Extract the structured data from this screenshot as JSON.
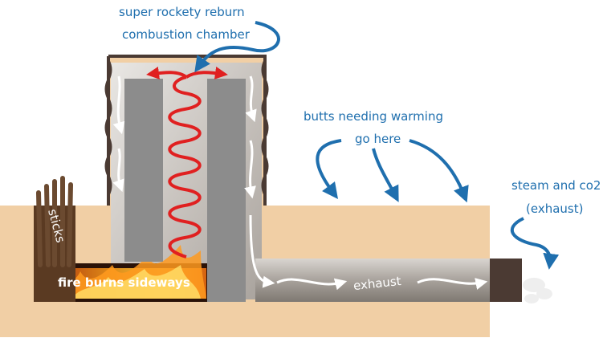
{
  "labels": {
    "chamber_line1": "super rockety reburn",
    "chamber_line2": "combustion chamber",
    "butts_line1": "butts needing warming",
    "butts_line2": "go here",
    "steam_line1": "steam and co2",
    "steam_line2": "(exhaust)",
    "sticks": "sticks",
    "fire": "fire burns sideways",
    "exhaust": "exhaust"
  },
  "colors": {
    "annotation_blue": "#1f6fae",
    "bench_tan": "#f1cfa5",
    "column_gray": "#8c8c8c",
    "chamber_frame": "#4a3a33",
    "flame_red": "#e02020",
    "flue_cap": "#4b3a33"
  }
}
